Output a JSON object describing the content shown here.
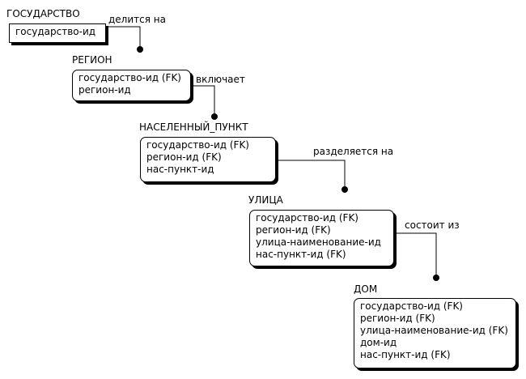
{
  "entities": [
    {
      "title": "ГОСУДАРСТВО",
      "attributes": [
        "государство-ид"
      ]
    },
    {
      "title": "РЕГИОН",
      "attributes": [
        "государство-ид (FK)",
        "регион-ид"
      ]
    },
    {
      "title": "НАСЕЛЕННЫЙ_ПУНКТ",
      "attributes": [
        "государство-ид (FK)",
        "регион-ид (FK)",
        "нас-пункт-ид"
      ]
    },
    {
      "title": "УЛИЦА",
      "attributes": [
        "государство-ид (FK)",
        "регион-ид (FK)",
        "улица-наименование-ид",
        "нас-пункт-ид (FK)"
      ]
    },
    {
      "title": "ДОМ",
      "attributes": [
        "государство-ид (FK)",
        "регион-ид (FK)",
        "улица-наименование-ид (FK)",
        "дом-ид",
        "нас-пункт-ид (FK)"
      ]
    }
  ],
  "relationships": [
    {
      "label": "делится на"
    },
    {
      "label": "включает"
    },
    {
      "label": "разделяется на"
    },
    {
      "label": "состоит из"
    }
  ]
}
